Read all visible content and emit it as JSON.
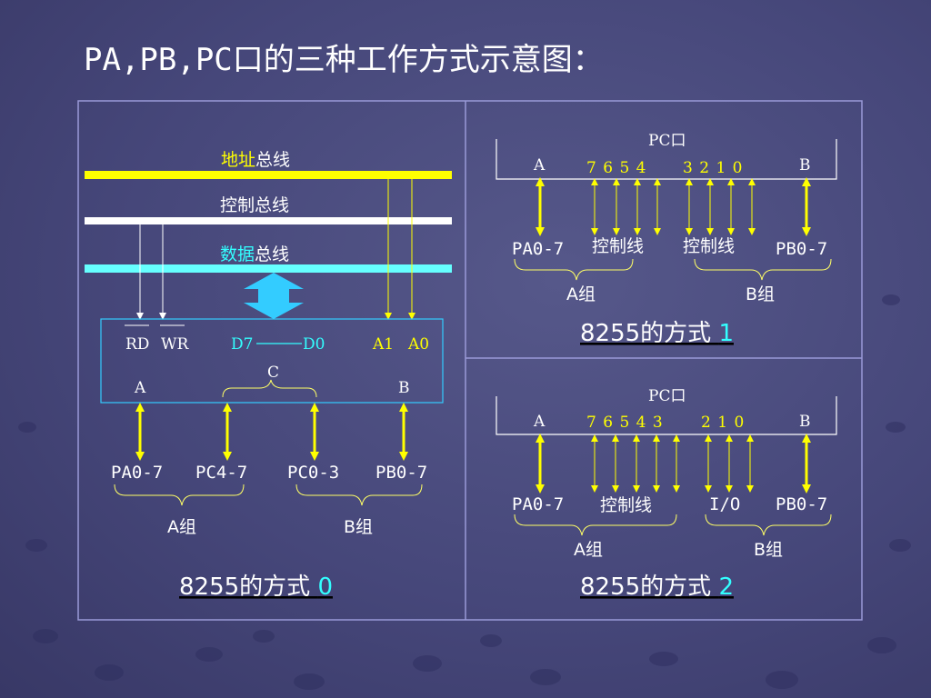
{
  "title": "PA,PB,PC口的三种工作方式示意图：",
  "mode0": {
    "bus_addr_colored": "地址",
    "bus_addr_suffix": "总线",
    "bus_ctrl": "控制总线",
    "bus_data_colored": "数据",
    "bus_data_suffix": "总线",
    "rd": "RD",
    "wr": "WR",
    "d7": "D7",
    "d0": "D0",
    "a1": "A1",
    "a0": "A0",
    "port_a": "A",
    "port_c": "C",
    "port_b": "B",
    "pa": "PA0-7",
    "pc_hi": "PC4-7",
    "pc_lo": "PC0-3",
    "pb": "PB0-7",
    "group_a": "A组",
    "group_b": "B组",
    "caption_prefix": "8255的方式 ",
    "caption_num": "0"
  },
  "mode1": {
    "pc_label": "PC口",
    "port_a": "A",
    "port_b": "B",
    "bits_hi": "7 6 5 4",
    "bits_lo": "3 2 1 0",
    "pa": "PA0-7",
    "ctrl1": "控制线",
    "ctrl2": "控制线",
    "pb": "PB0-7",
    "group_a": "A组",
    "group_b": "B组",
    "caption_prefix": "8255的方式 ",
    "caption_num": "1"
  },
  "mode2": {
    "pc_label": "PC口",
    "port_a": "A",
    "port_b": "B",
    "bits_hi": "7 6 5 4 3",
    "bits_lo": "2 1 0",
    "pa": "PA0-7",
    "ctrl": "控制线",
    "io": "I/O",
    "pb": "PB0-7",
    "group_a": "A组",
    "group_b": "B组",
    "caption_prefix": "8255的方式 ",
    "caption_num": "2"
  },
  "colors": {
    "background": "#46477a",
    "address_bus": "#ffff00",
    "control_bus": "#ffffff",
    "data_bus": "#66ffff",
    "accent": "#33ffff",
    "frame": "#9a9ad8"
  }
}
